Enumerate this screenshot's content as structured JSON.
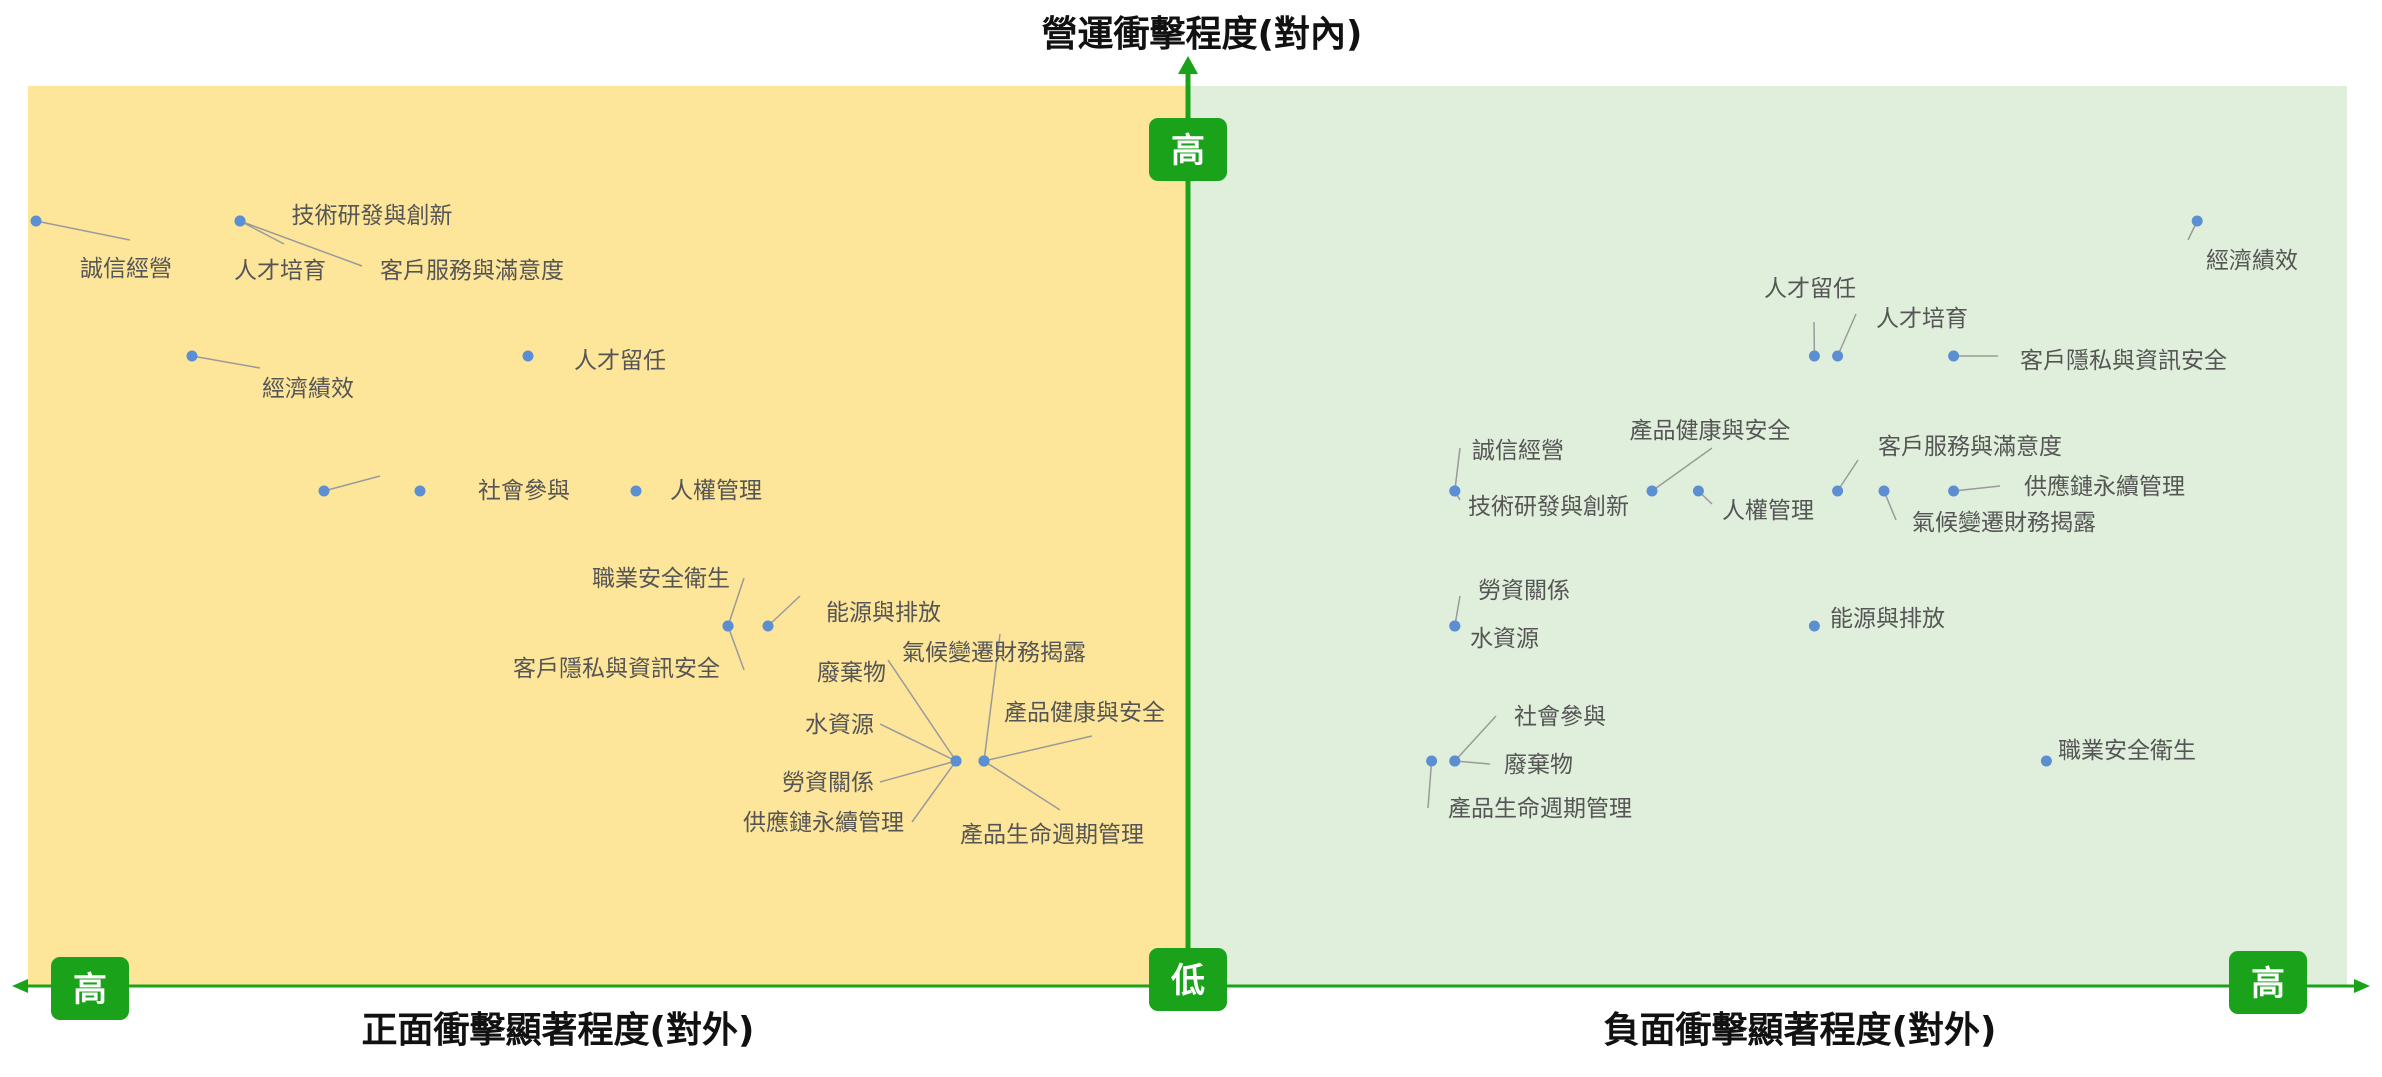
{
  "chart_data": {
    "type": "scatter",
    "title": "",
    "y_axis_title": "營運衝擊程度(對內)",
    "left_x_axis_title": "正面衝擊顯著程度(對外)",
    "right_x_axis_title": "負面衝擊顯著程度(對外)",
    "badges": {
      "top": "高",
      "center": "低",
      "left": "高",
      "right": "高"
    },
    "colors": {
      "positive_quadrant": "#fde59a",
      "negative_quadrant": "#e0efdb",
      "axis": "#1aa31a",
      "badge": "#1aa31a",
      "point": "#5b8fd1",
      "leader": "#9a9a9a"
    },
    "panels": [
      {
        "name": "正面衝擊",
        "points": [
          {
            "label": "誠信經營",
            "x": 9.6,
            "y": 8.5
          },
          {
            "label": "人才培育",
            "x": 7.9,
            "y": 8.5
          },
          {
            "label": "客戶服務與滿意度",
            "x": 7.9,
            "y": 8.5
          },
          {
            "label": "經濟績效",
            "x": 8.3,
            "y": 7.0
          },
          {
            "label": "人才留任",
            "x": 5.5,
            "y": 7.0
          },
          {
            "label": "技術研發與創新",
            "x": 7.2,
            "y": 5.5
          },
          {
            "label": "社會參與",
            "x": 6.4,
            "y": 5.5
          },
          {
            "label": "人權管理",
            "x": 4.6,
            "y": 5.5
          },
          {
            "label": "職業安全衛生",
            "x": 3.7,
            "y": 4.0
          },
          {
            "label": "客戶隱私與資訊安全",
            "x": 3.7,
            "y": 4.0
          },
          {
            "label": "能源與排放",
            "x": 3.5,
            "y": 4.0
          },
          {
            "label": "廢棄物",
            "x": 1.9,
            "y": 2.5
          },
          {
            "label": "水資源",
            "x": 1.9,
            "y": 2.5
          },
          {
            "label": "勞資關係",
            "x": 1.9,
            "y": 2.5
          },
          {
            "label": "供應鏈永續管理",
            "x": 1.9,
            "y": 2.5
          },
          {
            "label": "氣候變遷財務揭露",
            "x": 1.7,
            "y": 2.5
          },
          {
            "label": "產品健康與安全",
            "x": 1.7,
            "y": 2.5
          },
          {
            "label": "產品生命週期管理",
            "x": 1.7,
            "y": 2.5
          }
        ]
      },
      {
        "name": "負面衝擊",
        "points": [
          {
            "label": "經濟績效",
            "x": 8.7,
            "y": 8.5
          },
          {
            "label": "人才留任",
            "x": 5.4,
            "y": 7.0
          },
          {
            "label": "人才培育",
            "x": 5.6,
            "y": 7.0
          },
          {
            "label": "客戶隱私與資訊安全",
            "x": 6.6,
            "y": 7.0
          },
          {
            "label": "誠信經營",
            "x": 2.3,
            "y": 5.5
          },
          {
            "label": "技術研發與創新",
            "x": 2.3,
            "y": 5.5
          },
          {
            "label": "產品健康與安全",
            "x": 4.0,
            "y": 5.5
          },
          {
            "label": "人權管理",
            "x": 4.4,
            "y": 5.5
          },
          {
            "label": "客戶服務與滿意度",
            "x": 5.6,
            "y": 5.5
          },
          {
            "label": "氣候變遷財務揭露",
            "x": 6.0,
            "y": 5.5
          },
          {
            "label": "供應鏈永續管理",
            "x": 6.6,
            "y": 5.5
          },
          {
            "label": "勞資關係",
            "x": 2.3,
            "y": 4.0
          },
          {
            "label": "水資源",
            "x": 2.3,
            "y": 4.0
          },
          {
            "label": "能源與排放",
            "x": 5.4,
            "y": 4.0
          },
          {
            "label": "社會參與",
            "x": 2.3,
            "y": 2.5
          },
          {
            "label": "廢棄物",
            "x": 2.3,
            "y": 2.5
          },
          {
            "label": "產品生命週期管理",
            "x": 2.1,
            "y": 2.5
          },
          {
            "label": "職業安全衛生",
            "x": 7.4,
            "y": 2.5
          }
        ]
      }
    ]
  }
}
